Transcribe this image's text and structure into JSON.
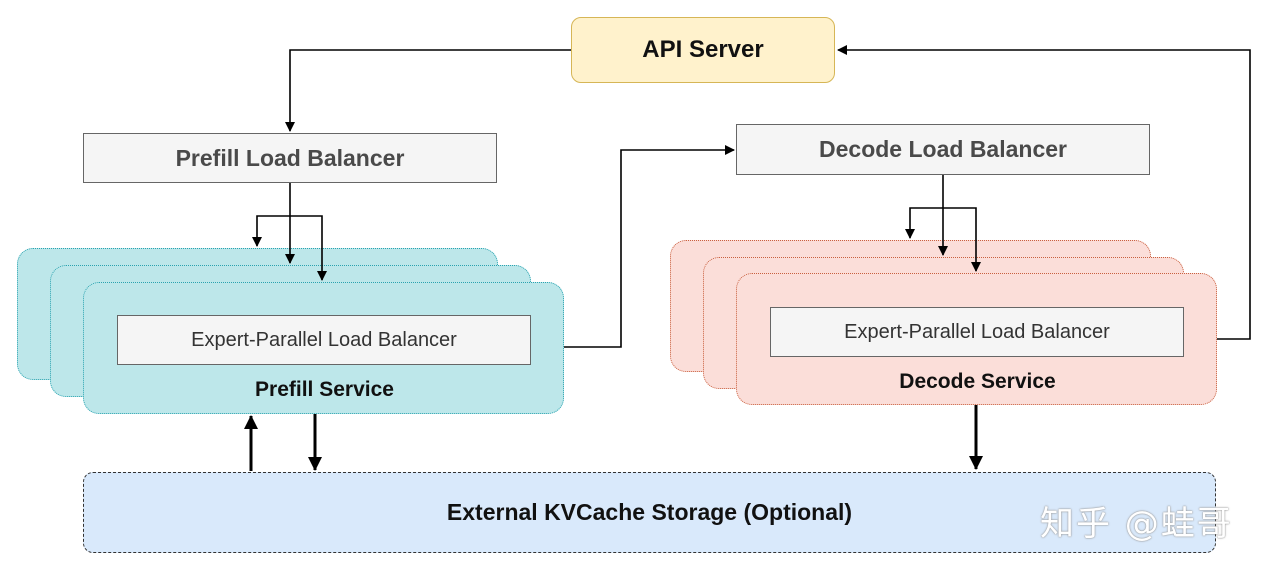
{
  "api_server": {
    "label": "API Server"
  },
  "prefill_load_balancer": {
    "label": "Prefill Load Balancer"
  },
  "decode_load_balancer": {
    "label": "Decode Load Balancer"
  },
  "prefill_service": {
    "inner_label": "Expert-Parallel Load Balancer",
    "title": "Prefill Service"
  },
  "decode_service": {
    "inner_label": "Expert-Parallel Load Balancer",
    "title": "Decode Service"
  },
  "kv_storage": {
    "label": "External KVCache Storage (Optional)"
  },
  "watermark": {
    "text": "知乎 @蛙哥"
  },
  "colors": {
    "api_fill": "#fff2cc",
    "api_stroke": "#d6b656",
    "prefill_fill": "#bde7ea",
    "decode_fill": "#fbded9",
    "storage_fill": "#d9e9fb"
  }
}
